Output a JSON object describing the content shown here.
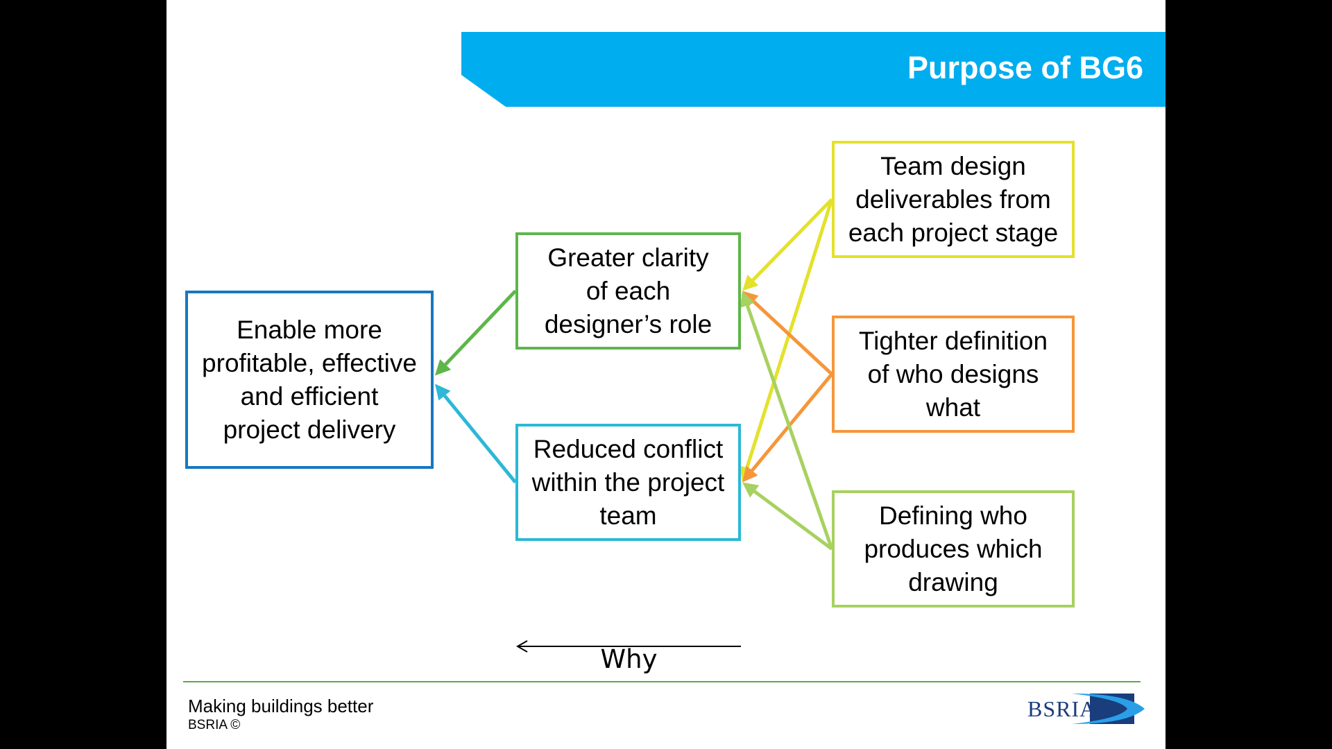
{
  "slide": {
    "title": "Purpose of BG6",
    "accent_color": "#00adef"
  },
  "diagram": {
    "goal": {
      "lines": [
        "Enable more",
        "profitable, effective",
        "and efficient",
        "project delivery"
      ],
      "color": "#1777bf"
    },
    "benefits": [
      {
        "lines": [
          "Greater clarity",
          "of each",
          "designer’s role"
        ],
        "color": "#5db649"
      },
      {
        "lines": [
          "Reduced conflict",
          "within the project",
          "team"
        ],
        "color": "#2cb8d6"
      }
    ],
    "drivers": [
      {
        "lines": [
          "Team design",
          "deliverables from",
          "each project stage"
        ],
        "color": "#e4e12c"
      },
      {
        "lines": [
          "Tighter definition",
          "of who designs",
          "what"
        ],
        "color": "#f6963a"
      },
      {
        "lines": [
          "Defining who",
          "produces which",
          "drawing"
        ],
        "color": "#a7d160"
      }
    ],
    "connections": [
      {
        "from": "benefit-0",
        "to": "goal",
        "color": "#5db649"
      },
      {
        "from": "benefit-1",
        "to": "goal",
        "color": "#2cb8d6"
      },
      {
        "from": "driver-0",
        "to": "benefit-0",
        "color": "#e4e12c"
      },
      {
        "from": "driver-0",
        "to": "benefit-1",
        "color": "#e4e12c"
      },
      {
        "from": "driver-1",
        "to": "benefit-0",
        "color": "#f6963a"
      },
      {
        "from": "driver-1",
        "to": "benefit-1",
        "color": "#f6963a"
      },
      {
        "from": "driver-2",
        "to": "benefit-0",
        "color": "#a7d160"
      },
      {
        "from": "driver-2",
        "to": "benefit-1",
        "color": "#a7d160"
      }
    ],
    "direction_label": "Why"
  },
  "footer": {
    "tagline": "Making buildings better",
    "copyright": "BSRIA ©",
    "logo_text": "BSRIA",
    "divider_color": "#5da843"
  }
}
